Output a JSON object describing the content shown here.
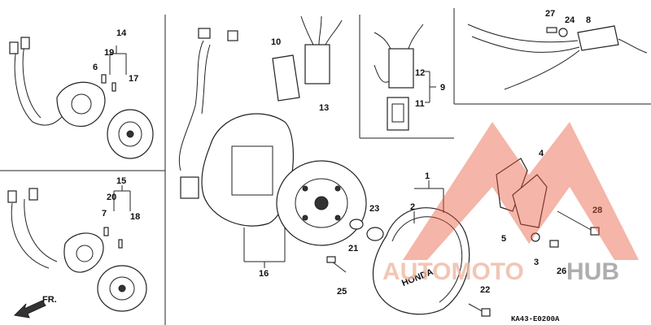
{
  "diagram": {
    "part_labels": {
      "p1": "1",
      "p2": "2",
      "p3": "3",
      "p4": "4",
      "p5": "5",
      "p6": "6",
      "p7": "7",
      "p8": "8",
      "p9": "9",
      "p10": "10",
      "p11": "11",
      "p12": "12",
      "p13": "13",
      "p14": "14",
      "p15": "15",
      "p16": "16",
      "p17": "17",
      "p18": "18",
      "p19": "19",
      "p20": "20",
      "p21": "21",
      "p22": "22",
      "p23": "23",
      "p24": "24",
      "p25": "25",
      "p26": "26",
      "p27": "27",
      "p28": "28"
    },
    "direction_label": "FR.",
    "cover_brand": "HONDA",
    "drawing_code": "KA43-E0200A"
  },
  "watermark": {
    "text_part1": "AUTOMOTO",
    "text_part2": "HUB",
    "colors": {
      "triangle": "#e8553a",
      "text_part1": "#f0b8a2",
      "text_part2": "#9a9a9a"
    }
  }
}
